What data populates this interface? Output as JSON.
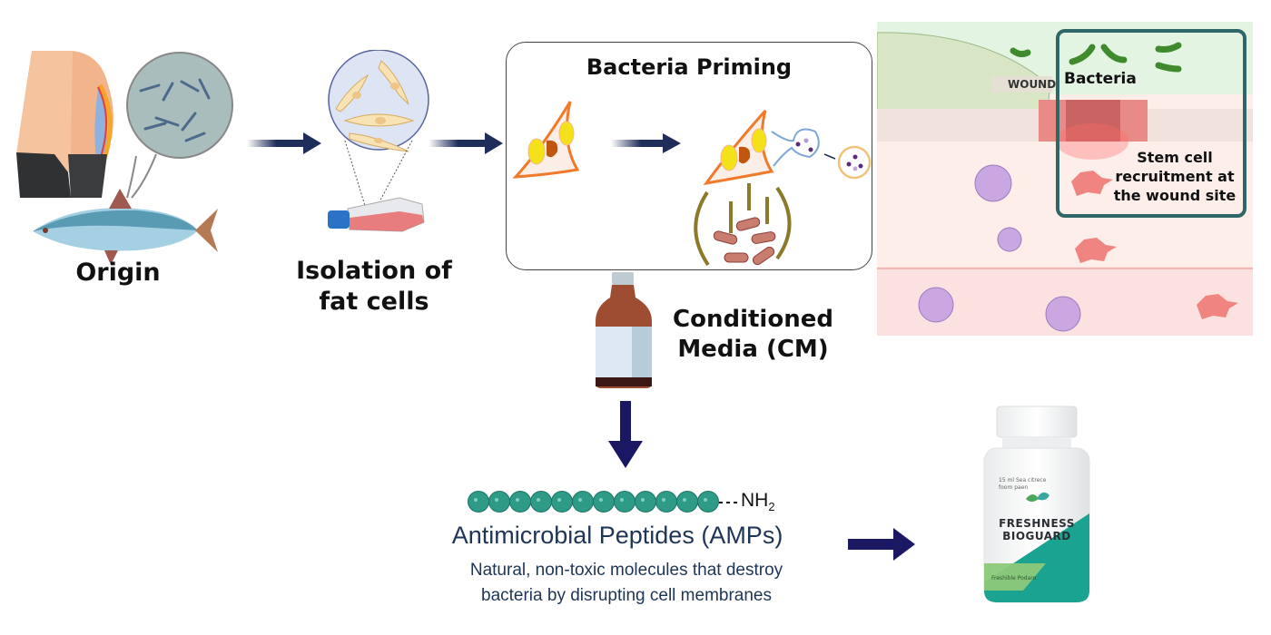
{
  "title": "Bacteria-primed fat cell conditioned media to antimicrobial peptide product workflow",
  "steps": {
    "origin": {
      "label": "Origin",
      "icons": [
        "human-abdomen-fat-icon",
        "cell-micrograph-icon",
        "fish-icon"
      ]
    },
    "isolation": {
      "label_line1": "Isolation of",
      "label_line2": "fat cells",
      "icons": [
        "fat-cells-magnified-icon",
        "culture-flask-icon"
      ]
    },
    "priming": {
      "title": "Bacteria Priming",
      "icons": [
        "stem-cell-icon",
        "primed-stem-cell-icon",
        "vesicle-icon",
        "bacteria-icon"
      ]
    },
    "conditioned_media": {
      "label_line1": "Conditioned",
      "label_line2": "Media (CM)",
      "icon": "medicine-bottle-icon"
    },
    "amps": {
      "terminal_group": "NH",
      "terminal_subscript": "2",
      "bead_count": 12,
      "title": "Antimicrobial Peptides (AMPs)",
      "description_line1": "Natural, non-toxic molecules that destroy",
      "description_line2": "bacteria by disrupting cell membranes"
    },
    "product": {
      "brand_line1": "FRESHNESS",
      "brand_line2": "BIOGUARD",
      "small_text_line1": "15 ml Sea citrece",
      "small_text_line2": "foom paen",
      "footer_text": "Freshible Podaro"
    }
  },
  "wound_panel": {
    "wound_label": "WOUND",
    "bacteria_label": "Bacteria",
    "stem_cell_label_line1": "Stem cell",
    "stem_cell_label_line2": "recruitment at",
    "stem_cell_label_line3": "the wound site"
  },
  "colors": {
    "arrow_navy": "#1f2d5a",
    "arrow_dark": "#1a1763",
    "amp_teal": "#2e9b87",
    "amp_text": "#1e3556",
    "cell_orange": "#f07a2a",
    "nucleus_yellow": "#f4e11a",
    "bacteria_rod": "#c97d6e",
    "wound_frame": "#2f6668",
    "product_teal": "#1aa391",
    "product_green": "#8cc97a"
  }
}
